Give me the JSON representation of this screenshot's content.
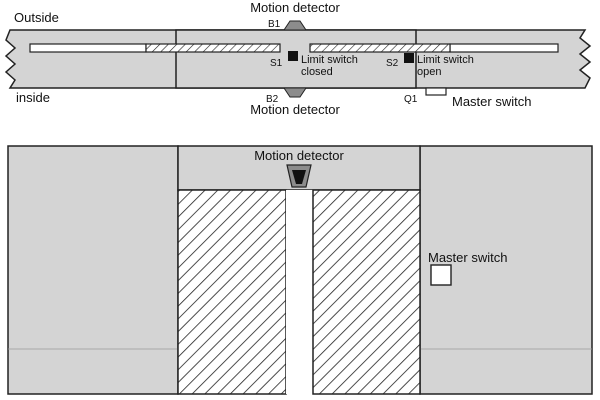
{
  "top_view": {
    "label_outside": "Outside",
    "label_inside": "inside",
    "label_motion_top": "Motion detector",
    "label_motion_bottom": "Motion detector",
    "label_b1": "B1",
    "label_b2": "B2",
    "label_s1": "S1",
    "label_s2": "S2",
    "label_q1": "Q1",
    "limit_closed_line1": "Limit switch",
    "limit_closed_line2": "closed",
    "limit_open_line1": "Limit switch",
    "limit_open_line2": "open",
    "label_master": "Master switch"
  },
  "front_view": {
    "label_motion": "Motion detector",
    "label_master": "Master switch"
  },
  "colors": {
    "wall_fill": "#d4d4d4",
    "stroke": "#222222",
    "white": "#ffffff",
    "dark": "#111111",
    "sensor_gray": "#8c8c8c"
  }
}
